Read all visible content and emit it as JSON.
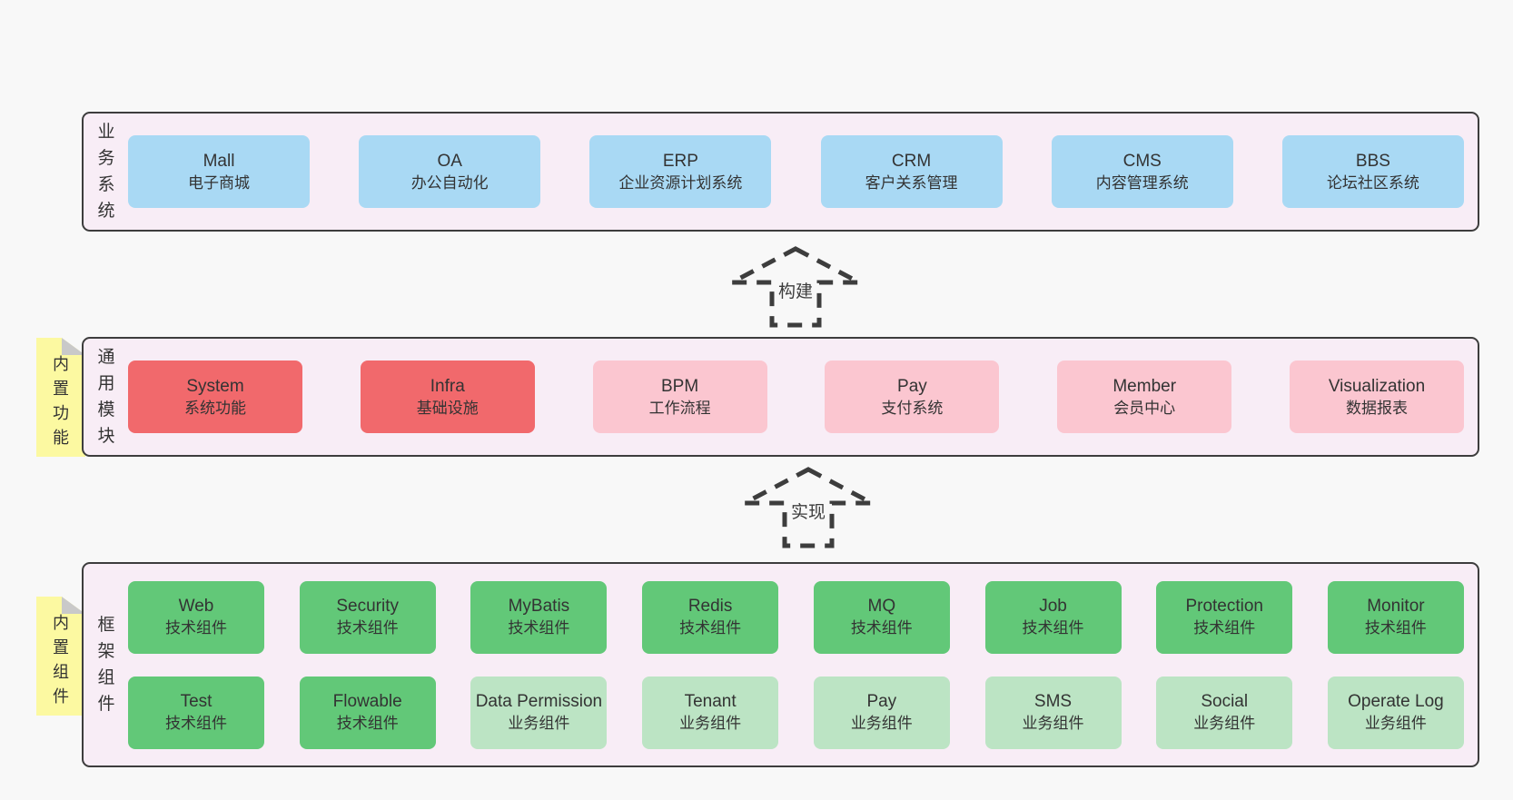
{
  "colors": {
    "bg": "#f8f8f8",
    "panel": "#f8edf6",
    "line": "#3d3d3d",
    "text": "#333333",
    "box-blue": "#a9d9f4",
    "box-red": "#f1696c",
    "box-pink": "#fbc6d0",
    "box-green": "#62c878",
    "box-green-light": "#bce4c4",
    "sticky": "#fcf9a1",
    "fold": "#c9c9c9"
  },
  "arrows": [
    {
      "label": "构建"
    },
    {
      "label": "实现"
    }
  ],
  "layers": [
    {
      "side_label": "业务系统",
      "boxes": [
        {
          "title": "Mall",
          "subtitle": "电子商城"
        },
        {
          "title": "OA",
          "subtitle": "办公自动化"
        },
        {
          "title": "ERP",
          "subtitle": "企业资源计划系统"
        },
        {
          "title": "CRM",
          "subtitle": "客户关系管理"
        },
        {
          "title": "CMS",
          "subtitle": "内容管理系统"
        },
        {
          "title": "BBS",
          "subtitle": "论坛社区系统"
        }
      ]
    },
    {
      "side_label": "通用模块",
      "sticky": "内置功能",
      "boxes": [
        {
          "title": "System",
          "subtitle": "系统功能"
        },
        {
          "title": "Infra",
          "subtitle": "基础设施"
        },
        {
          "title": "BPM",
          "subtitle": "工作流程"
        },
        {
          "title": "Pay",
          "subtitle": "支付系统"
        },
        {
          "title": "Member",
          "subtitle": "会员中心"
        },
        {
          "title": "Visualization",
          "subtitle": "数据报表"
        }
      ]
    },
    {
      "side_label": "框架组件",
      "sticky": "内置组件",
      "rows": [
        [
          {
            "title": "Web",
            "subtitle": "技术组件"
          },
          {
            "title": "Security",
            "subtitle": "技术组件"
          },
          {
            "title": "MyBatis",
            "subtitle": "技术组件"
          },
          {
            "title": "Redis",
            "subtitle": "技术组件"
          },
          {
            "title": "MQ",
            "subtitle": "技术组件"
          },
          {
            "title": "Job",
            "subtitle": "技术组件"
          },
          {
            "title": "Protection",
            "subtitle": "技术组件"
          },
          {
            "title": "Monitor",
            "subtitle": "技术组件"
          }
        ],
        [
          {
            "title": "Test",
            "subtitle": "技术组件"
          },
          {
            "title": "Flowable",
            "subtitle": "技术组件"
          },
          {
            "title": "Data Permission",
            "subtitle": "业务组件"
          },
          {
            "title": "Tenant",
            "subtitle": "业务组件"
          },
          {
            "title": "Pay",
            "subtitle": "业务组件"
          },
          {
            "title": "SMS",
            "subtitle": "业务组件"
          },
          {
            "title": "Social",
            "subtitle": "业务组件"
          },
          {
            "title": "Operate Log",
            "subtitle": "业务组件"
          }
        ]
      ]
    }
  ]
}
